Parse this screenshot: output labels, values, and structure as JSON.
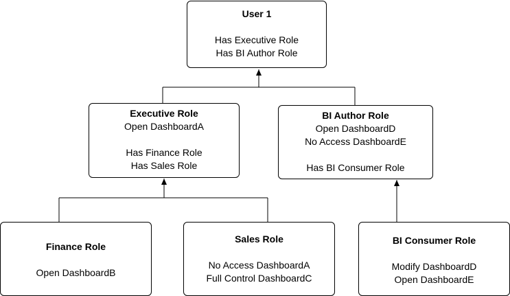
{
  "colors": {
    "stroke": "#000000",
    "fill": "#ffffff",
    "text": "#000000"
  },
  "nodes": {
    "user1": {
      "title": "User 1",
      "lines": [
        "Has Executive Role",
        "Has BI Author Role"
      ]
    },
    "executive": {
      "title": "Executive Role",
      "lines": [
        "Open DashboardA",
        "Has Finance Role",
        "Has Sales Role"
      ]
    },
    "bi_author": {
      "title": "BI Author Role",
      "lines": [
        "Open DashboardD",
        "No Access DashboardE",
        "Has BI Consumer Role"
      ]
    },
    "finance": {
      "title": "Finance Role",
      "lines": [
        "Open DashboardB"
      ]
    },
    "sales": {
      "title": "Sales Role",
      "lines": [
        "No Access DashboardA",
        "Full Control DashboardC"
      ]
    },
    "bi_consumer": {
      "title": "BI Consumer Role",
      "lines": [
        "Modify DashboardD",
        "Open DashboardE"
      ]
    }
  },
  "edges": [
    {
      "from": "executive",
      "to": "user1"
    },
    {
      "from": "bi_author",
      "to": "user1"
    },
    {
      "from": "finance",
      "to": "executive"
    },
    {
      "from": "sales",
      "to": "executive"
    },
    {
      "from": "bi_consumer",
      "to": "bi_author"
    }
  ]
}
